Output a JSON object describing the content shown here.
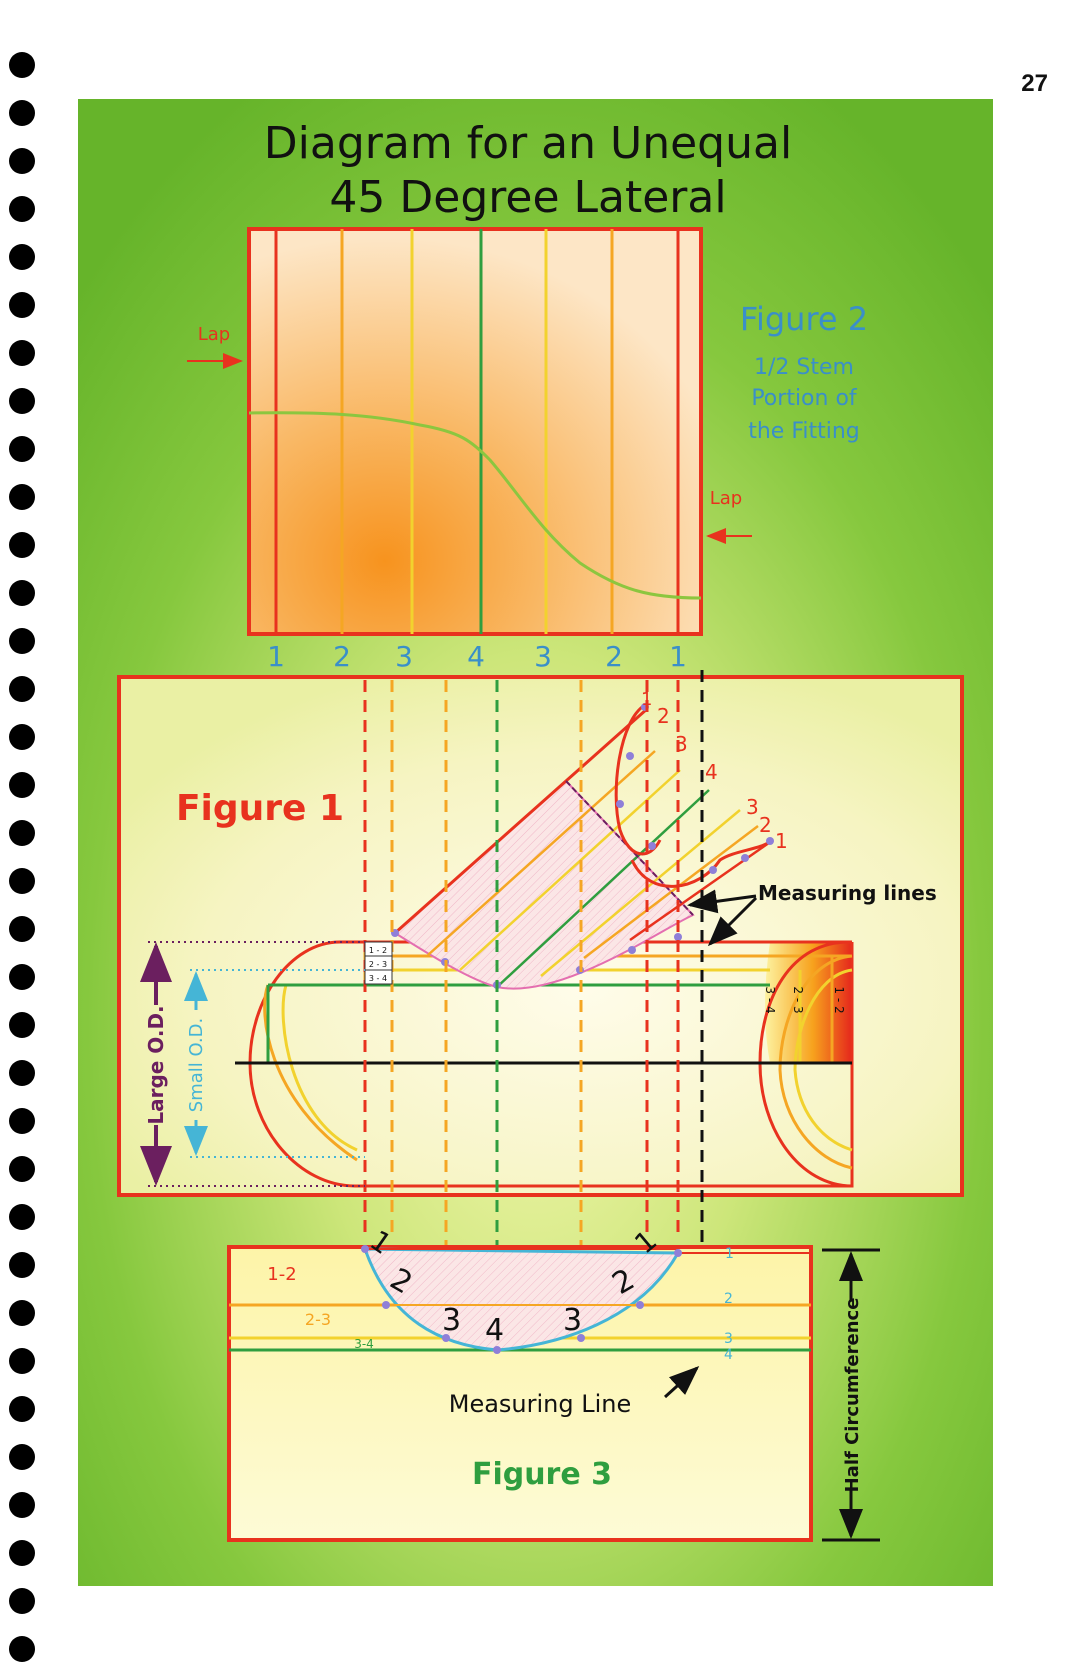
{
  "page": {
    "number": "27"
  },
  "title": {
    "line1": "Diagram for an Unequal",
    "line2": "45 Degree Lateral"
  },
  "figure2": {
    "title": "Figure 2",
    "caption_line1": "1/2 Stem",
    "caption_line2": "Portion of",
    "caption_line3": "the Fitting",
    "lap_left": "Lap",
    "lap_right": "Lap",
    "bottom_numbers": [
      "1",
      "2",
      "3",
      "4",
      "3",
      "2",
      "1"
    ]
  },
  "figure1": {
    "title": "Figure 1",
    "measuring_lines_label": "Measuring lines",
    "large_od_label": "Large O.D.",
    "small_od_label": "Small O.D.",
    "band_labels": [
      "1 - 2",
      "2 - 3",
      "3 - 4"
    ],
    "end_band_labels": [
      "3 - 4",
      "2 - 3",
      "1 - 2"
    ],
    "branch_top_numbers": [
      "1",
      "2",
      "3",
      "4"
    ],
    "branch_right_numbers": [
      "3",
      "2",
      "1"
    ]
  },
  "figure3": {
    "title": "Figure 3",
    "measuring_line_label": "Measuring Line",
    "half_circumference_label": "Half Circumference",
    "band_labels": [
      "1-2",
      "2-3",
      "3-4"
    ],
    "arc_numbers": [
      "1",
      "2",
      "3",
      "4",
      "3",
      "2",
      "1"
    ],
    "right_numbers": [
      "1",
      "2",
      "3",
      "4"
    ]
  },
  "colors": {
    "green_background": "#7cc63a",
    "border_red": "#e8321e",
    "line_orange": "#f5a623",
    "line_yellow": "#f2d22e",
    "line_green": "#2f9e3f",
    "title_blue": "#3a8fc9",
    "arrow_purple": "#6b1f5f",
    "cyan": "#45b5d6",
    "pink": "#e46fb0"
  }
}
